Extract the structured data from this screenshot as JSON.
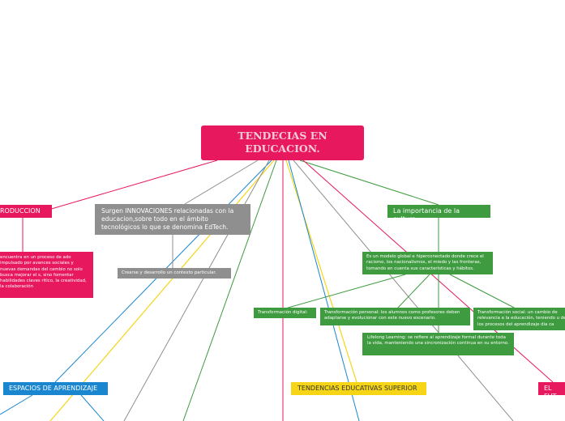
{
  "main_topic": "TENDECIAS EN EDUCACION.",
  "nodes": {
    "introduccion": "RODUCCION",
    "intro_text": "encuentra en un proceso de ado impulsado por avances sociales y nuevas demandas del cambio no solo busca mejorar el s, sino fomentar habilidades claves ritico, la creatividad, la colaboración",
    "innovaciones": "Surgen INNOVACIONES relacionadas con la educacion,sobre todo en el ámbito tecnológicos lo que se denomina EdTech.",
    "contexto": "Crearse y desarrollo un contexto particular.",
    "importancia": "La importancia de la cultura.",
    "modelo_global": "Es un modelo global e hiperconectado donde crece el racismo, los nacionalismos, el miedo y las fronteras, tomando en cuenta sus características y hábitos.",
    "transformacion_digital": "Transformación digital:",
    "transformacion_personal": "Transformación personal: los alumnos como profesores deben adaptarse y evolucionar con este nuevo escenario.",
    "transformacion_social": "Transformación social: un cambio de relevancia a la educación, teniendo u de los procesos del aprendizaje dia ca",
    "lifelong": "Lifelong Learning: se refiere al aprendizaje formal durante toda la vida, manteniendo una sincronización continua en su entorno.",
    "espacios": "ESPACIOS DE APRENDIZAJE",
    "tendencias_superior": "TENDENCIAS EDUCATIVAS SUPERIOR",
    "futuro": "EL FUT"
  },
  "colors": {
    "pink": "#e8185e",
    "gray": "#8f8f8f",
    "green": "#3e9b3f",
    "blue": "#1a86d0",
    "yellow": "#f5d515"
  }
}
